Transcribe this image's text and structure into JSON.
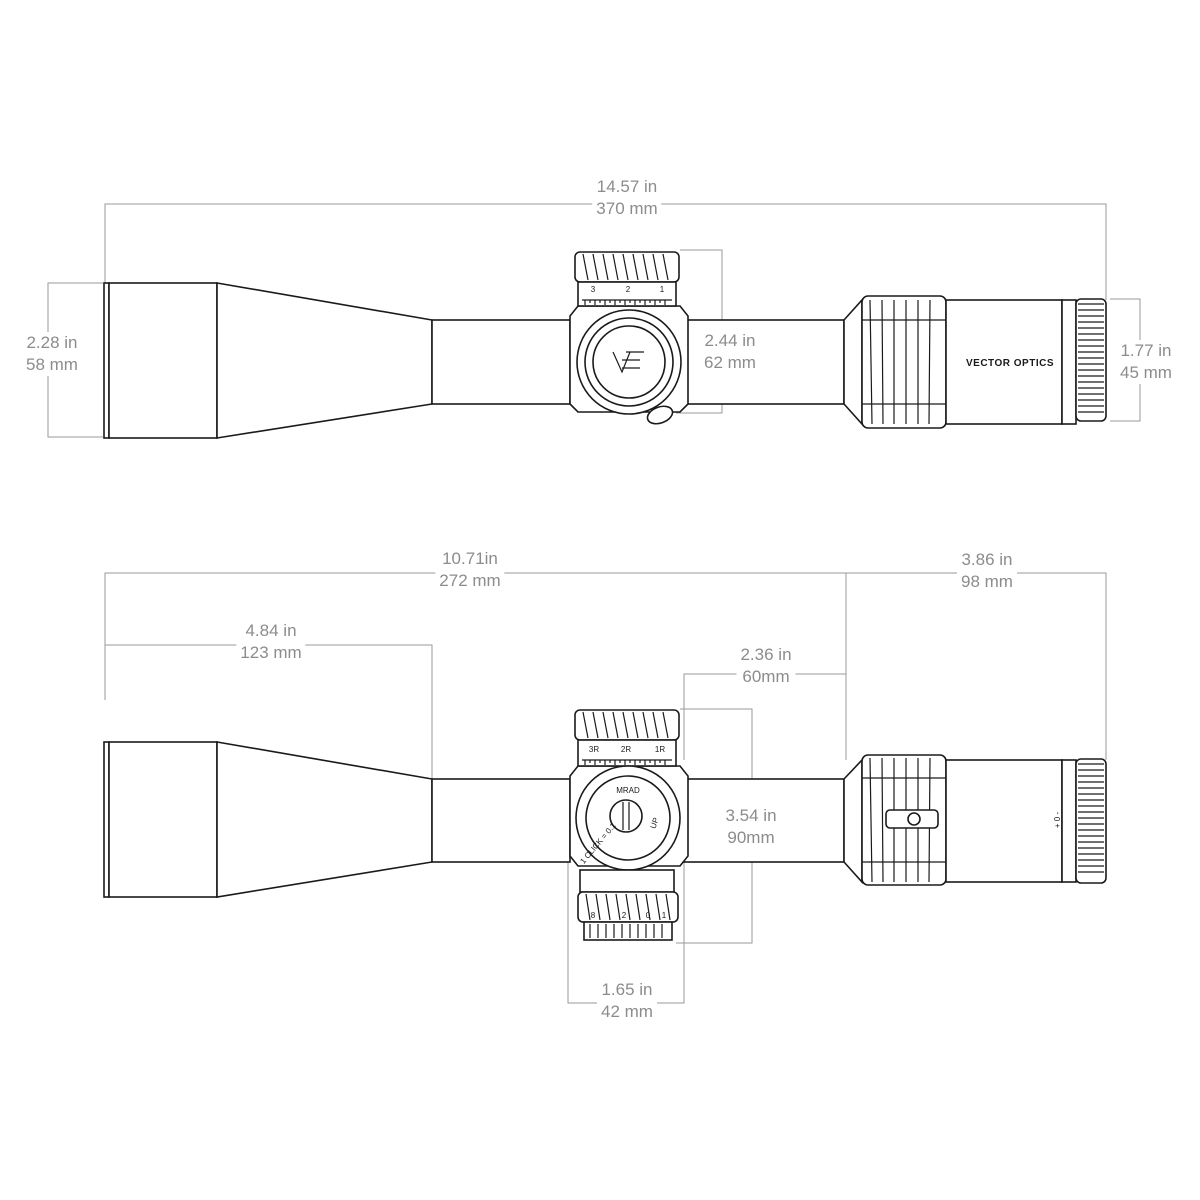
{
  "dimensions_top": {
    "overall_length": {
      "imperial": "14.57 in",
      "metric": "370 mm"
    },
    "objective_diameter": {
      "imperial": "2.28 in",
      "metric": "58 mm"
    },
    "turret_height": {
      "imperial": "2.44 in",
      "metric": "62 mm"
    },
    "eyepiece_diameter": {
      "imperial": "1.77 in",
      "metric": "45 mm"
    }
  },
  "dimensions_bottom": {
    "mounting_length": {
      "imperial": "10.71in",
      "metric": "272 mm"
    },
    "eye_relief_section": {
      "imperial": "3.86 in",
      "metric": "98 mm"
    },
    "objective_bell": {
      "imperial": "4.84 in",
      "metric": "123 mm"
    },
    "turret_offset": {
      "imperial": "2.36 in",
      "metric": "60mm"
    },
    "turret_height": {
      "imperial": "3.54 in",
      "metric": "90mm"
    },
    "turret_width": {
      "imperial": "1.65 in",
      "metric": "42 mm"
    }
  },
  "markings": {
    "brand": "VECTOR OPTICS",
    "parallax_numbers": [
      "3",
      "2",
      "1"
    ],
    "elevation_numbers": [
      "3R",
      "2R",
      "1R"
    ],
    "elevation_cap": "MRAD",
    "click_value": "1 CLICK = 0.1",
    "up_label": "UP",
    "windage_marks": "+ 0 -",
    "side_numbers": [
      "8",
      "2",
      "0",
      "1"
    ]
  }
}
